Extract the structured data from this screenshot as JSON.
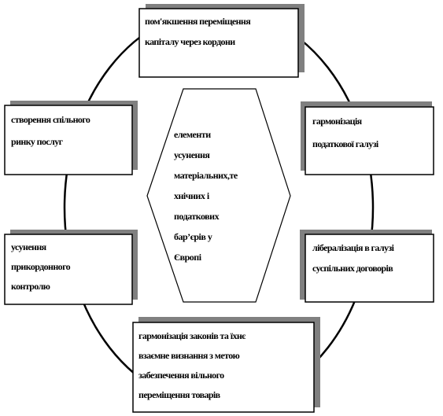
{
  "colors": {
    "shadow": "#808080",
    "stroke": "#000000",
    "background": "#ffffff"
  },
  "center": {
    "lines": [
      "елементи",
      "усунення",
      "матеріальних,те",
      "хнічних  і",
      "податкових",
      "бар’єрів  у",
      "Європі"
    ]
  },
  "boxes": {
    "top": {
      "lines": [
        "пом'якшення  переміщення",
        "капіталу через кордони"
      ]
    },
    "upper_left": {
      "lines": [
        "створення спільного",
        "ринку послуг"
      ]
    },
    "upper_right": {
      "lines": [
        "гармонізація",
        "податкової галузі"
      ]
    },
    "lower_left": {
      "lines": [
        "усунення",
        "прикордонного",
        "контролю"
      ]
    },
    "lower_right": {
      "lines": [
        "лібералізація  в галузі",
        "суспільних  договорів"
      ]
    },
    "bottom": {
      "lines": [
        "гармонізація  законів  та їхнє",
        "взаємне визнання   з метою",
        "забезпечення вільного",
        "переміщення  товарів"
      ]
    }
  }
}
